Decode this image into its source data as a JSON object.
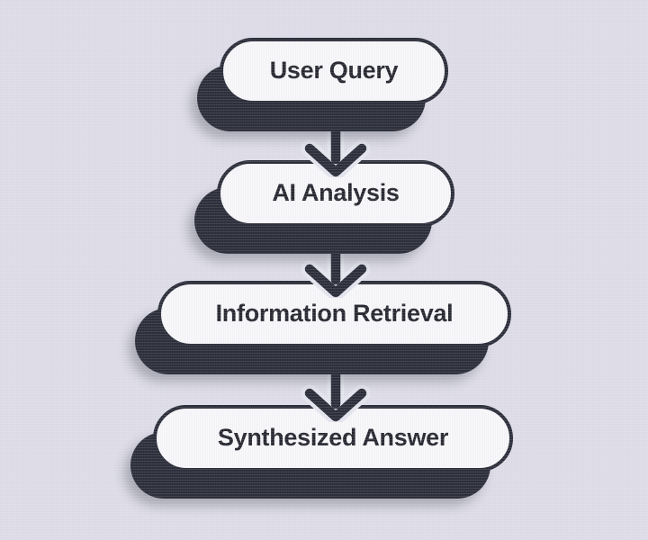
{
  "flowchart": {
    "type": "vertical-flow",
    "nodes": [
      {
        "id": "user-query",
        "label": "User Query"
      },
      {
        "id": "ai-analysis",
        "label": "AI Analysis"
      },
      {
        "id": "information-retrieval",
        "label": "Information Retrieval"
      },
      {
        "id": "synthesized-answer",
        "label": "Synthesized Answer"
      }
    ],
    "edges": [
      {
        "from": "user-query",
        "to": "ai-analysis",
        "style": "chevron-arrow-down"
      },
      {
        "from": "ai-analysis",
        "to": "information-retrieval",
        "style": "chevron-arrow-down"
      },
      {
        "from": "information-retrieval",
        "to": "synthesized-answer",
        "style": "chevron-arrow-down"
      }
    ],
    "colors": {
      "background": "#dedde8",
      "node_fill": "#f8f8fa",
      "ink": "#2b2d39",
      "halo": "#e6e6ef",
      "text": "#26272f"
    }
  }
}
